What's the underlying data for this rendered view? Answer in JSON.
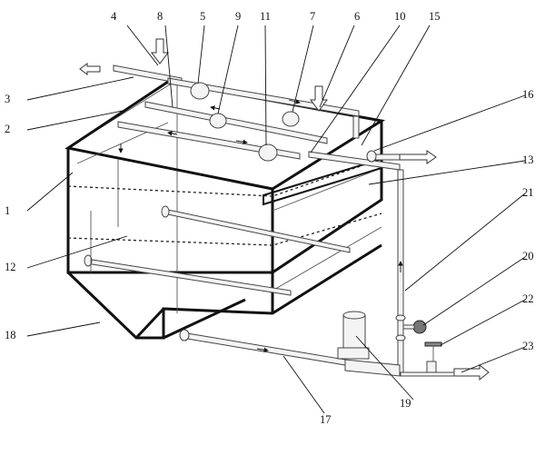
{
  "figure": {
    "callouts": [
      {
        "id": "c4",
        "text": "4"
      },
      {
        "id": "c8",
        "text": "8"
      },
      {
        "id": "c5",
        "text": "5"
      },
      {
        "id": "c9",
        "text": "9"
      },
      {
        "id": "c11",
        "text": "11"
      },
      {
        "id": "c7",
        "text": "7"
      },
      {
        "id": "c6",
        "text": "6"
      },
      {
        "id": "c10",
        "text": "10"
      },
      {
        "id": "c15",
        "text": "15"
      },
      {
        "id": "c16",
        "text": "16"
      },
      {
        "id": "c3",
        "text": "3"
      },
      {
        "id": "c2",
        "text": "2"
      },
      {
        "id": "c13",
        "text": "13"
      },
      {
        "id": "c1",
        "text": "1"
      },
      {
        "id": "c21",
        "text": "21"
      },
      {
        "id": "c12",
        "text": "12"
      },
      {
        "id": "c20",
        "text": "20"
      },
      {
        "id": "c22",
        "text": "22"
      },
      {
        "id": "c18",
        "text": "18"
      },
      {
        "id": "c23",
        "text": "23"
      },
      {
        "id": "c19",
        "text": "19"
      },
      {
        "id": "c17",
        "text": "17"
      }
    ]
  }
}
